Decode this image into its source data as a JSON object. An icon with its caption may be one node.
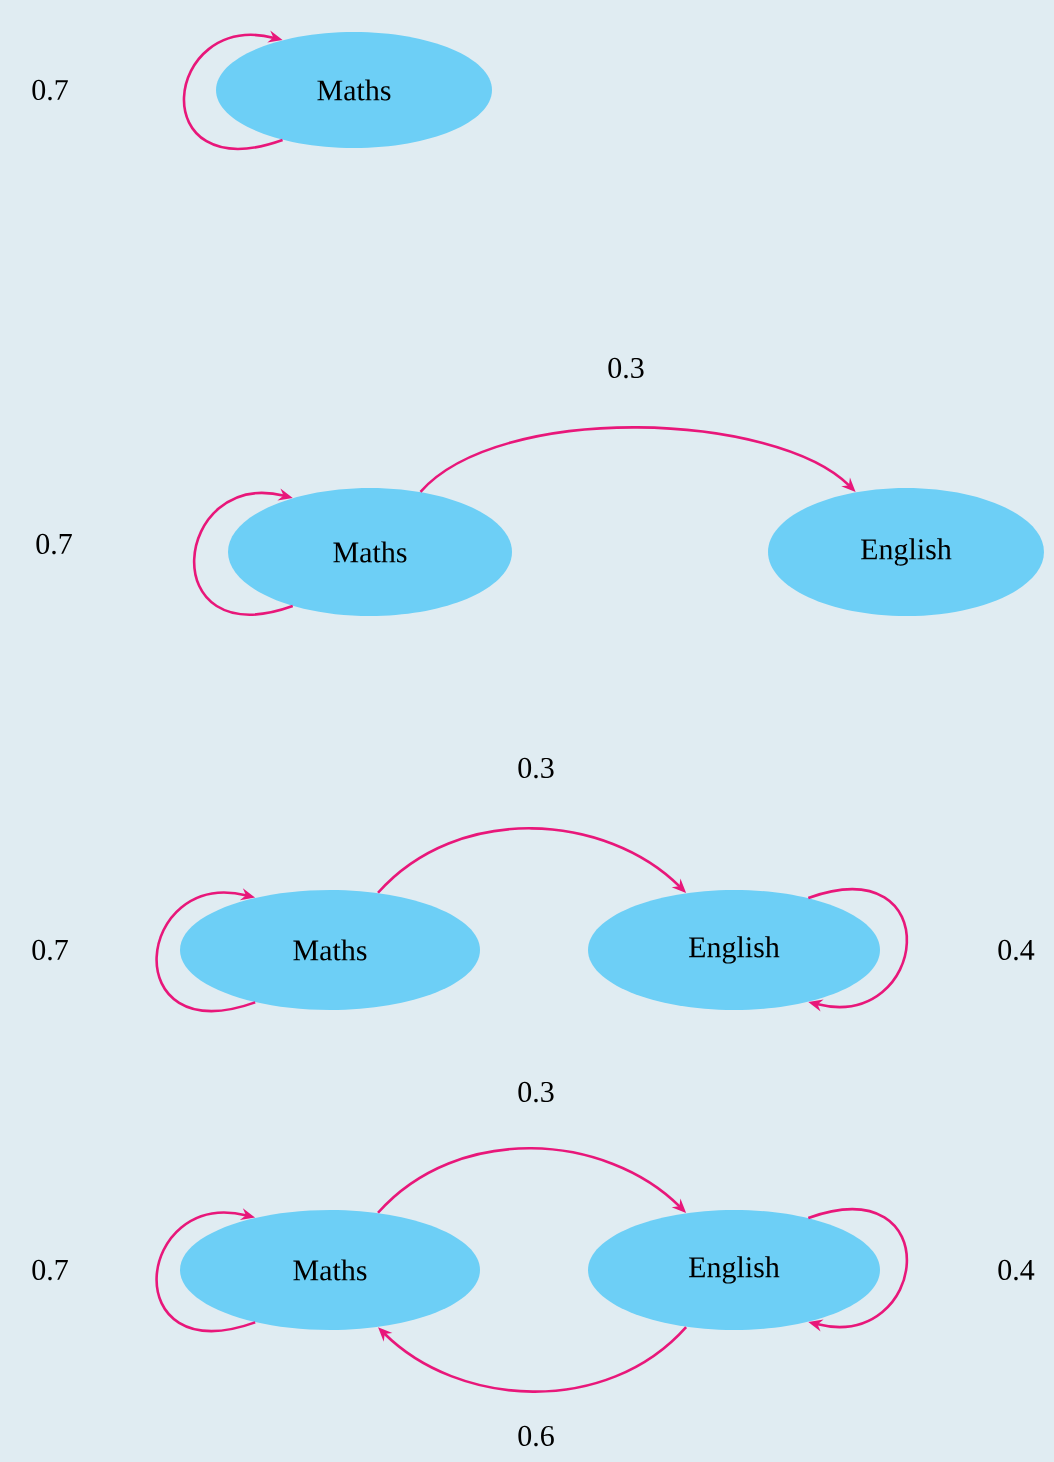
{
  "diagram": {
    "nodes": [
      {
        "text": [
          "Maths"
        ]
      },
      {
        "text": [
          "Maths"
        ]
      },
      {
        "text": [
          "English"
        ]
      },
      {
        "text": [
          "Maths"
        ]
      },
      {
        "text": [
          "English"
        ]
      },
      {
        "text": [
          "Maths"
        ]
      },
      {
        "text": [
          "English"
        ]
      }
    ],
    "edges": [
      {
        "from": 0,
        "to": 0,
        "arrow": "to",
        "label": "0.7"
      },
      {
        "from": 1,
        "to": 1,
        "arrow": "to",
        "label": "0.7"
      },
      {
        "from": 1,
        "to": 2,
        "arrow": "to",
        "label": "0.3"
      },
      {
        "from": 3,
        "to": 3,
        "arrow": "to",
        "label": "0.7"
      },
      {
        "from": 3,
        "to": 4,
        "arrow": "to",
        "label": "0.3"
      },
      {
        "from": 4,
        "to": 4,
        "arrow": "to",
        "label": "0.4"
      },
      {
        "from": 5,
        "to": 5,
        "arrow": "to",
        "label": "0.7"
      },
      {
        "from": 5,
        "to": 6,
        "arrow": "to",
        "label": "0.3"
      },
      {
        "from": 6,
        "to": 6,
        "arrow": "to",
        "label": "0.4"
      },
      {
        "from": 6,
        "to": 5,
        "arrow": "to",
        "label": "0.6"
      }
    ]
  }
}
